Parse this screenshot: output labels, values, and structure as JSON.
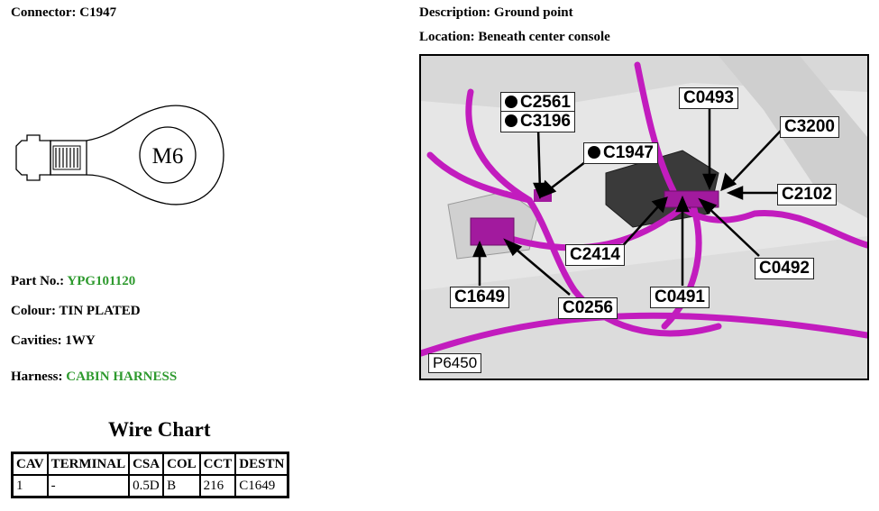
{
  "connector": {
    "label": "Connector:",
    "value": "C1947"
  },
  "diagram": {
    "terminal_text": "M6"
  },
  "part_no": {
    "label": "Part No.:",
    "value": "YPG101120"
  },
  "colour": {
    "label": "Colour:",
    "value": "TIN PLATED"
  },
  "cavities": {
    "label": "Cavities:",
    "value": "1WY"
  },
  "harness": {
    "label": "Harness:",
    "value": "CABIN HARNESS"
  },
  "description": {
    "label": "Description:",
    "value": "Ground point"
  },
  "location": {
    "label": "Location:",
    "value": "Beneath center console"
  },
  "photo": {
    "code": "P6450",
    "callouts": [
      "C2561",
      "C3196",
      "C1947",
      "C0493",
      "C3200",
      "C2102",
      "C2414",
      "C0492",
      "C1649",
      "C0256",
      "C0491"
    ]
  },
  "wire_chart": {
    "title": "Wire Chart",
    "headers": [
      "CAV",
      "TERMINAL",
      "CSA",
      "COL",
      "CCT",
      "DESTN"
    ],
    "rows": [
      [
        "1",
        "-",
        "0.5D",
        "B",
        "216",
        "C1649"
      ]
    ]
  },
  "colors": {
    "accent_green": "#2e9a2e",
    "harness_magenta": "#c21cbe"
  }
}
